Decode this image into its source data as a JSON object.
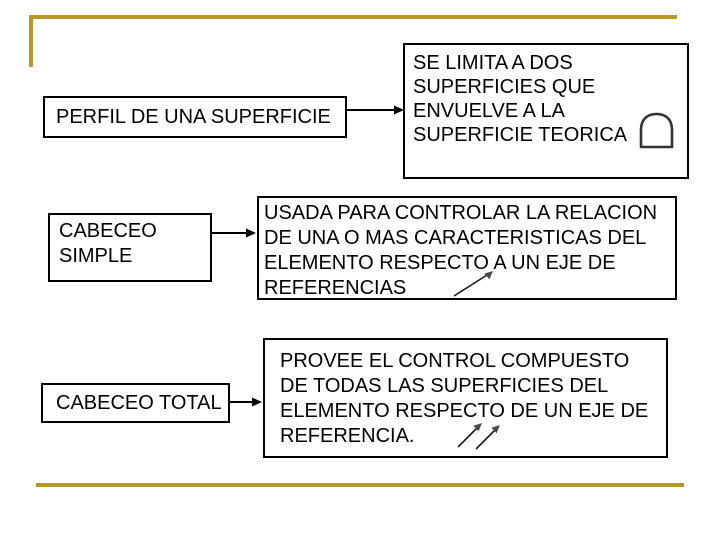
{
  "slide": {
    "accent_color": "#B6992D",
    "border_color": "#000000",
    "text_color": "#000000",
    "rows": [
      {
        "term": {
          "lines": [
            "PERFIL DE UNA SUPERFICIE"
          ]
        },
        "definition": {
          "lines": [
            "SE LIMITA A DOS",
            "SUPERFICIES QUE",
            "ENVUELVE A LA",
            "SUPERFICIE TEORICA"
          ],
          "symbol": "profile-of-a-surface"
        }
      },
      {
        "term": {
          "lines": [
            "CABECEO",
            "SIMPLE"
          ]
        },
        "definition": {
          "lines": [
            "USADA PARA CONTROLAR LA RELACION",
            "DE UNA O MAS CARACTERISTICAS DEL",
            "ELEMENTO RESPECTO A UN EJE DE",
            "REFERENCIAS"
          ],
          "symbol": "circular-runout"
        }
      },
      {
        "term": {
          "lines": [
            "CABECEO TOTAL"
          ]
        },
        "definition": {
          "lines": [
            "PROVEE EL CONTROL COMPUESTO",
            "DE TODAS LAS SUPERFICIES DEL",
            "ELEMENTO RESPECTO DE UN EJE DE",
            "REFERENCIA."
          ],
          "symbol": "total-runout"
        }
      }
    ]
  }
}
